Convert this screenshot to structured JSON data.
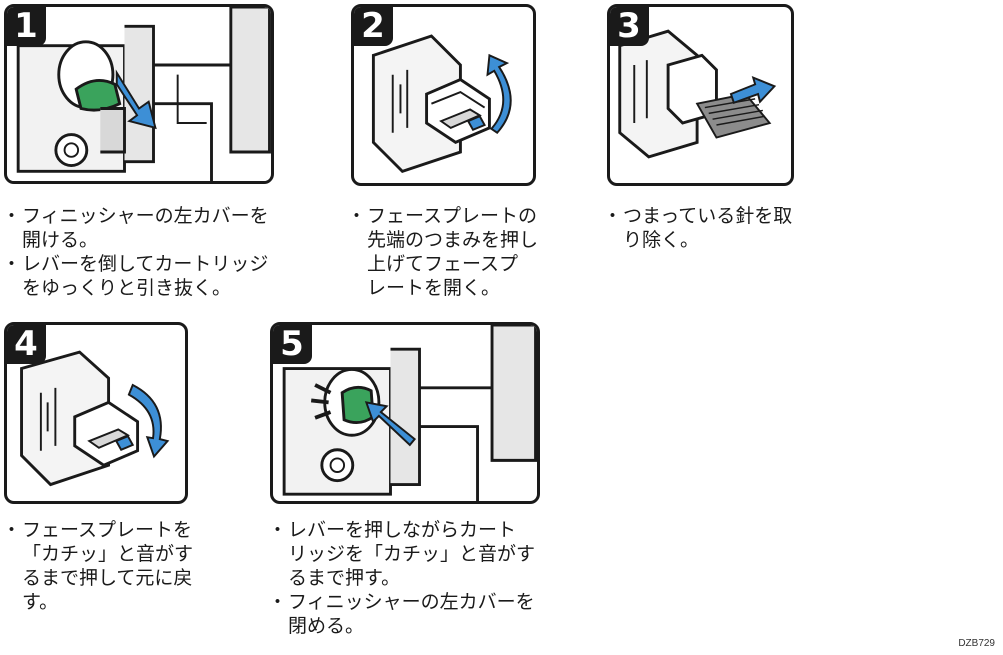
{
  "steps": [
    {
      "number": "1",
      "bullets": [
        "フィニッシャーの左カバーを\n開ける。",
        "レバーを倒してカートリッジ\nをゆっくりと引き抜く。"
      ]
    },
    {
      "number": "2",
      "bullets": [
        "フェースプレートの\n先端のつまみを押し\n上げてフェースプ\nレートを開く。"
      ]
    },
    {
      "number": "3",
      "bullets": [
        "つまっている針を取\nり除く。"
      ]
    },
    {
      "number": "4",
      "bullets": [
        "フェースプレートを\n「カチッ」と音がす\nるまで押して元に戻\nす。"
      ]
    },
    {
      "number": "5",
      "bullets": [
        "レバーを押しながらカート\nリッジを「カチッ」と音がす\nるまで押す。",
        "フィニッシャーの左カバーを\n閉める。"
      ]
    }
  ],
  "figure_code": "DZB729",
  "colors": {
    "green": "#3aa35c",
    "blue": "#3d8fd6",
    "gray": "#d8d8d8",
    "outline": "#1a1a1a"
  }
}
